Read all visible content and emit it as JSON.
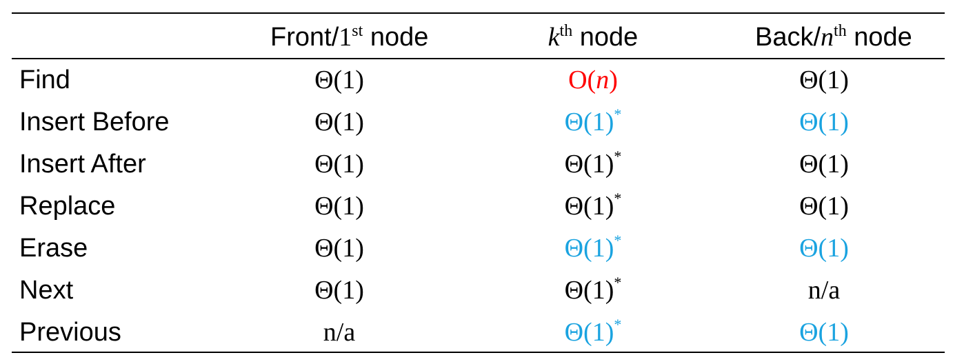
{
  "colors": {
    "red": "#ff0000",
    "blue": "#1aa3e0",
    "black": "#000000"
  },
  "headers": {
    "col1": {
      "pre": "Front/",
      "num": "1",
      "sup": "st",
      "post": " node"
    },
    "col2": {
      "var": "k",
      "sup": "th",
      "post": " node"
    },
    "col3": {
      "pre": "Back/",
      "var": "n",
      "sup": "th",
      "post": " node"
    }
  },
  "rows": [
    {
      "label": "Find",
      "cells": [
        {
          "text": "Θ(1)",
          "sup": "",
          "color": "black"
        },
        {
          "pre": "O(",
          "var": "n",
          "post": ")",
          "sup": "",
          "color": "red"
        },
        {
          "text": "Θ(1)",
          "sup": "",
          "color": "black"
        }
      ]
    },
    {
      "label": "Insert Before",
      "cells": [
        {
          "text": "Θ(1)",
          "sup": "",
          "color": "black"
        },
        {
          "text": "Θ(1)",
          "sup": "*",
          "color": "blue"
        },
        {
          "text": "Θ(1)",
          "sup": "",
          "color": "blue"
        }
      ]
    },
    {
      "label": "Insert After",
      "cells": [
        {
          "text": "Θ(1)",
          "sup": "",
          "color": "black"
        },
        {
          "text": "Θ(1)",
          "sup": "*",
          "color": "black"
        },
        {
          "text": "Θ(1)",
          "sup": "",
          "color": "black"
        }
      ]
    },
    {
      "label": "Replace",
      "cells": [
        {
          "text": "Θ(1)",
          "sup": "",
          "color": "black"
        },
        {
          "text": "Θ(1)",
          "sup": "*",
          "color": "black"
        },
        {
          "text": "Θ(1)",
          "sup": "",
          "color": "black"
        }
      ]
    },
    {
      "label": "Erase",
      "cells": [
        {
          "text": "Θ(1)",
          "sup": "",
          "color": "black"
        },
        {
          "text": "Θ(1)",
          "sup": "*",
          "color": "blue"
        },
        {
          "text": "Θ(1)",
          "sup": "",
          "color": "blue"
        }
      ]
    },
    {
      "label": "Next",
      "cells": [
        {
          "text": "Θ(1)",
          "sup": "",
          "color": "black"
        },
        {
          "text": "Θ(1)",
          "sup": "*",
          "color": "black"
        },
        {
          "text": "n/a",
          "sup": "",
          "color": "black"
        }
      ]
    },
    {
      "label": "Previous",
      "cells": [
        {
          "text": "n/a",
          "sup": "",
          "color": "black"
        },
        {
          "text": "Θ(1)",
          "sup": "*",
          "color": "blue"
        },
        {
          "text": "Θ(1)",
          "sup": "",
          "color": "blue"
        }
      ]
    }
  ]
}
